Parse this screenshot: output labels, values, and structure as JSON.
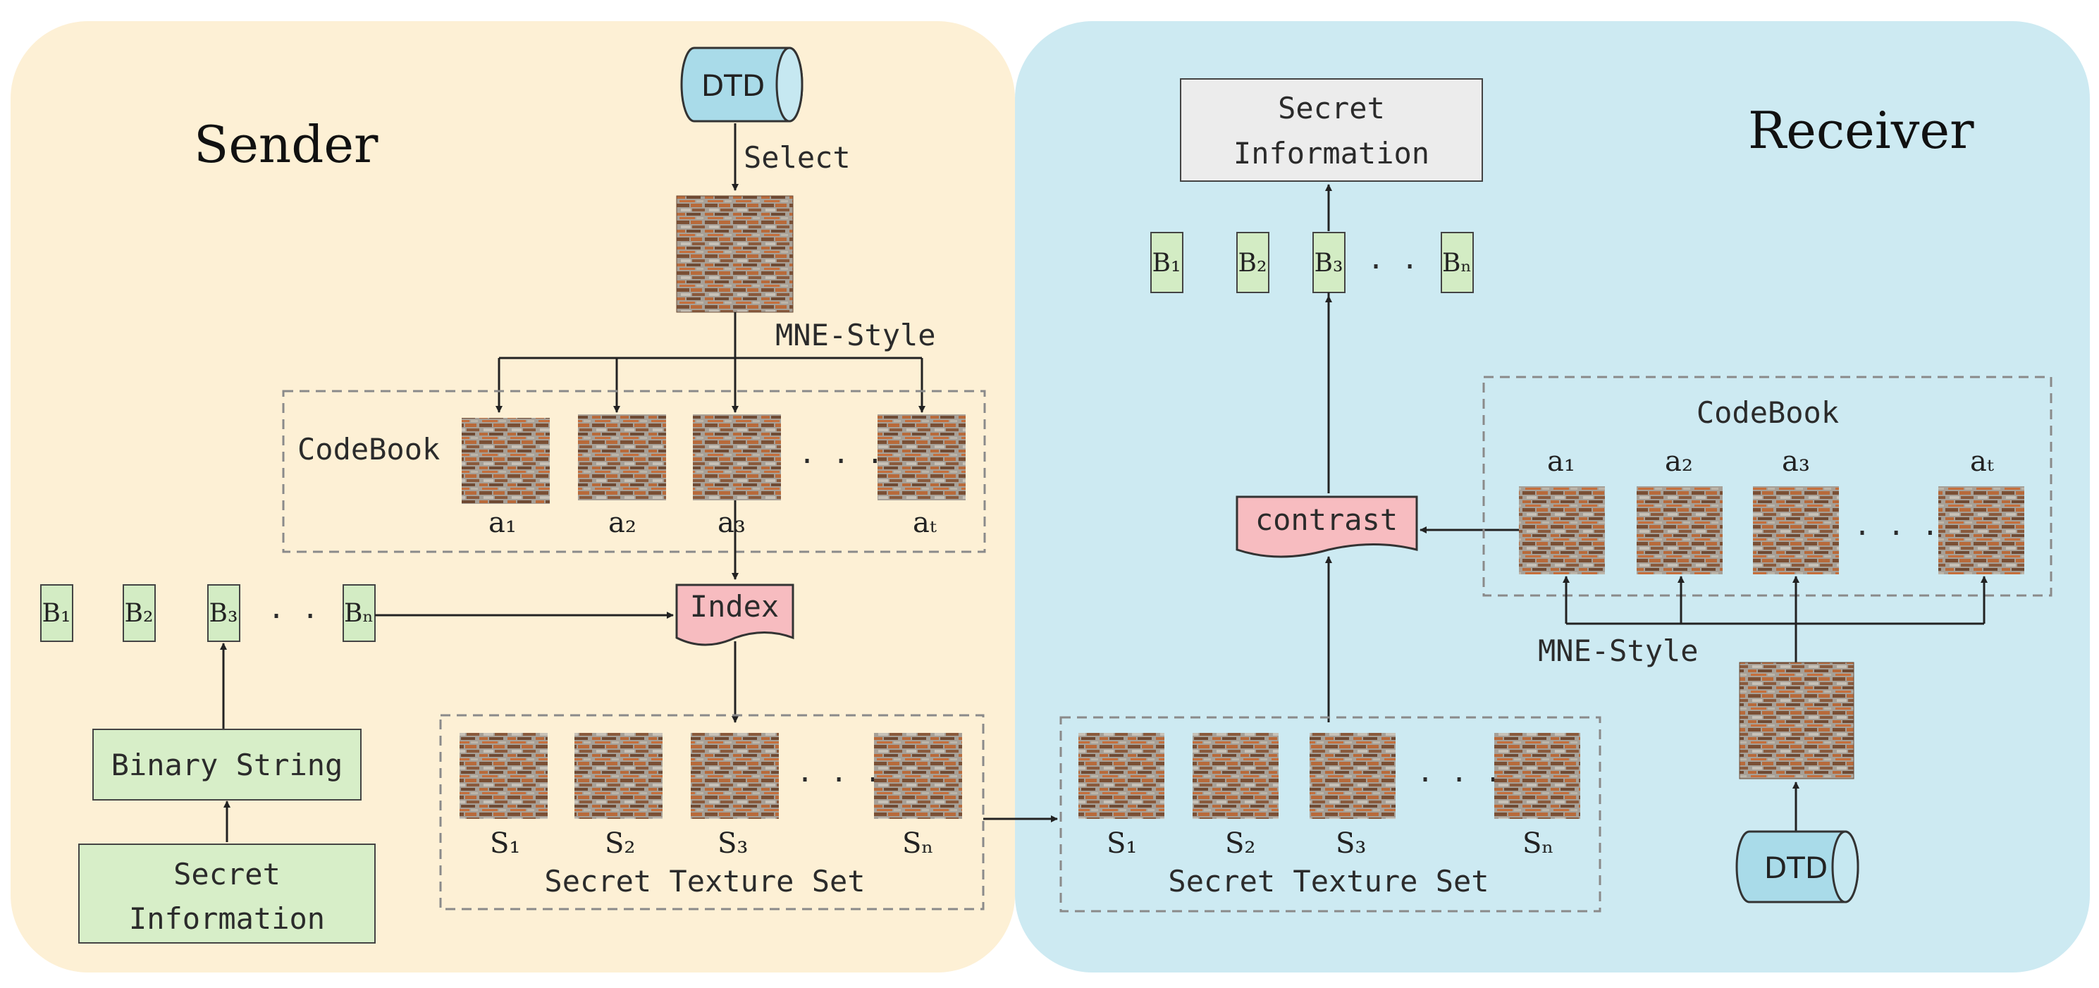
{
  "sender": {
    "title": "Sender",
    "dtd_label": "DTD",
    "select_label": "Select",
    "mne_style_label": "MNE-Style",
    "codebook_label": "CodeBook",
    "codebook_items": [
      "a₁",
      "a₂",
      "a₃",
      "aₜ"
    ],
    "ellipsis": "· · ·",
    "bits": [
      "B₁",
      "B₂",
      "B₃",
      "Bₙ"
    ],
    "index_label": "Index",
    "binary_string_label": "Binary String",
    "secret_info_line1": "Secret",
    "secret_info_line2": "Information",
    "texture_items": [
      "S₁",
      "S₂",
      "S₃",
      "Sₙ"
    ],
    "texture_set_label": "Secret Texture Set"
  },
  "receiver": {
    "title": "Receiver",
    "secret_info_line1": "Secret",
    "secret_info_line2": "Information",
    "bits": [
      "B₁",
      "B₂",
      "B₃",
      "Bₙ"
    ],
    "ellipsis": "· · ·",
    "contrast_label": "contrast",
    "codebook_label": "CodeBook",
    "codebook_items": [
      "a₁",
      "a₂",
      "a₃",
      "aₜ"
    ],
    "mne_style_label": "MNE-Style",
    "dtd_label": "DTD",
    "texture_items": [
      "S₁",
      "S₂",
      "S₃",
      "Sₙ"
    ],
    "texture_set_label": "Secret Texture Set"
  },
  "colors": {
    "sender_bg": "#fdf0d5",
    "receiver_bg": "#cdeaf2",
    "bit_fill": "#d3ecc4",
    "green_box": "#d7eec8",
    "pink_doc": "#f7bcc0",
    "cylinder": "#a9dbe9",
    "brick_dark": "#7a4f34",
    "brick_orange": "#b86a3a",
    "brick_gray": "#9a9a92"
  }
}
